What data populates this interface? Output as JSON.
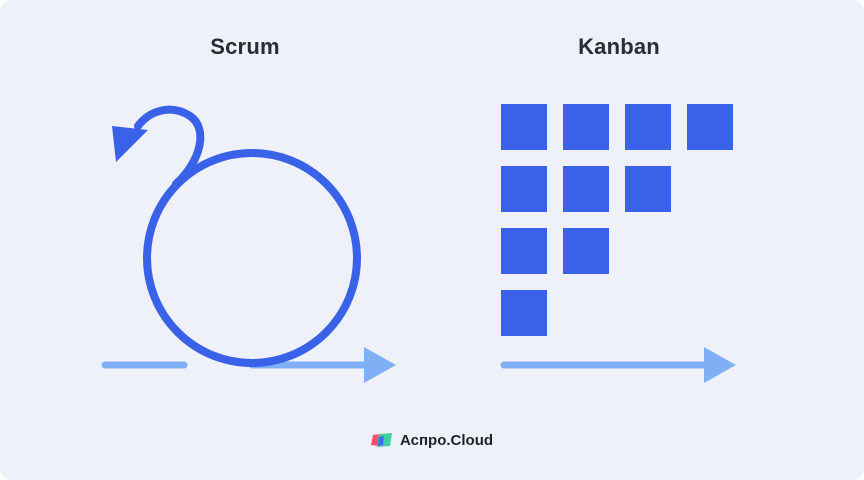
{
  "scrum": {
    "title": "Scrum"
  },
  "kanban": {
    "title": "Kanban",
    "rows": [
      4,
      3,
      2,
      1
    ]
  },
  "brand": {
    "name": "Аспро.Cloud",
    "logo_icon": "aspro-cloud-logo-icon"
  },
  "colors": {
    "background": "#eef0fa",
    "primary_blue": "#3962e9",
    "light_blue": "#7fb0f5",
    "text": "#2a2d33"
  }
}
